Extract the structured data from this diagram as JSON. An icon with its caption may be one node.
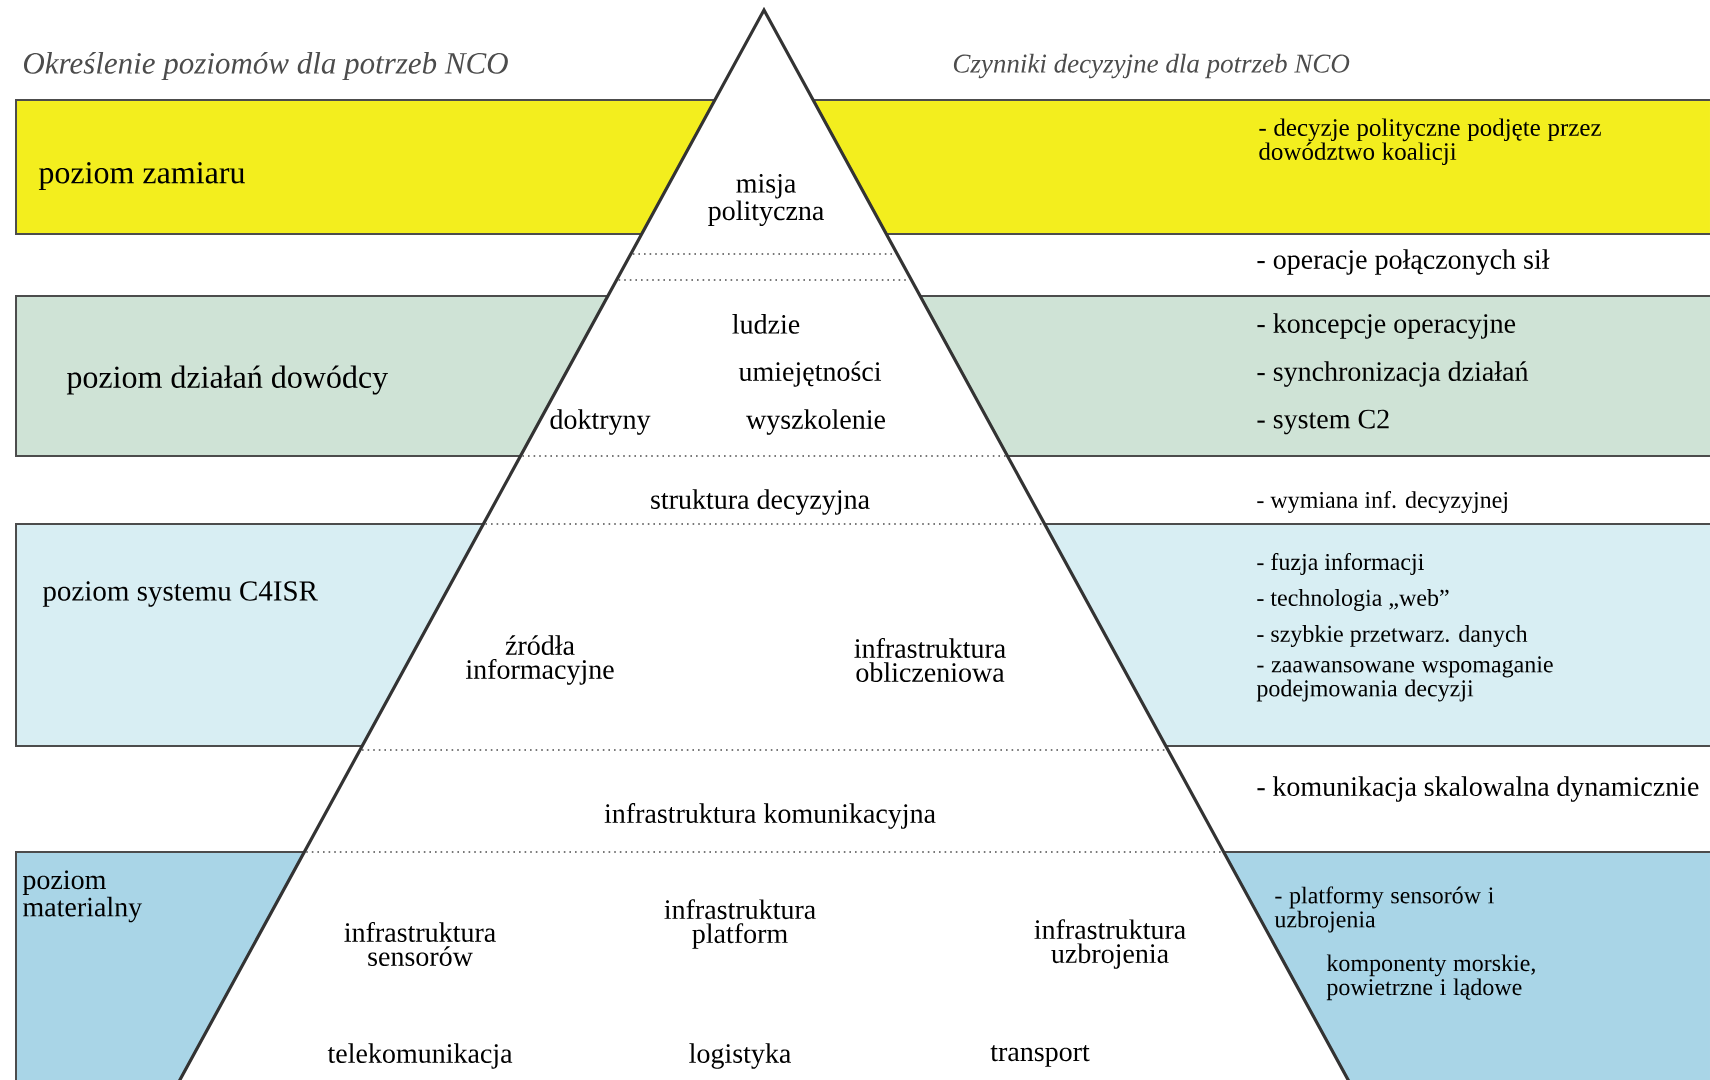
{
  "diagram": {
    "nodes": [
      {
        "text": [
          "poziom zamiaru",
          "- decyzje polityczne podjęte przez dowództwo koalicji"
        ]
      },
      {
        "text": [
          "poziom działań dowódcy",
          "- koncepcje operacyjne",
          "- synchronizacja działań",
          "- system C2"
        ]
      },
      {
        "text": [
          "poziom systemu C4ISR",
          "- fuzja informacji",
          "- technologia „web”",
          "- szybkie przetwarz. danych",
          "- zaawansowane wspomaganie podejmowania decyzji"
        ]
      },
      {
        "text": [
          "poziom materialny",
          "- platformy sensorów i uzbrojenia",
          "komponenty morskie, powietrzne i lądowe"
        ]
      }
    ],
    "labels": [
      "Określenie poziomów dla potrzeb NCO",
      "Czynniki decyzyjne dla potrzeb NCO",
      "misja polityczna",
      "- operacje połączonych sił",
      "ludzie",
      "umiejętności",
      "doktryny",
      "wyszkolenie",
      "struktura decyzyjna",
      "- wymiana inf. decyzyjnej",
      "źródła informacyjne",
      "infrastruktura obliczeniowa",
      "infrastruktura komunikacyjna",
      "- komunikacja skalowalna dynamicznie",
      "infrastruktura sensorów",
      "infrastruktura platform",
      "infrastruktura uzbrojenia",
      "telekomunikacja",
      "logistyka",
      "transport"
    ]
  }
}
